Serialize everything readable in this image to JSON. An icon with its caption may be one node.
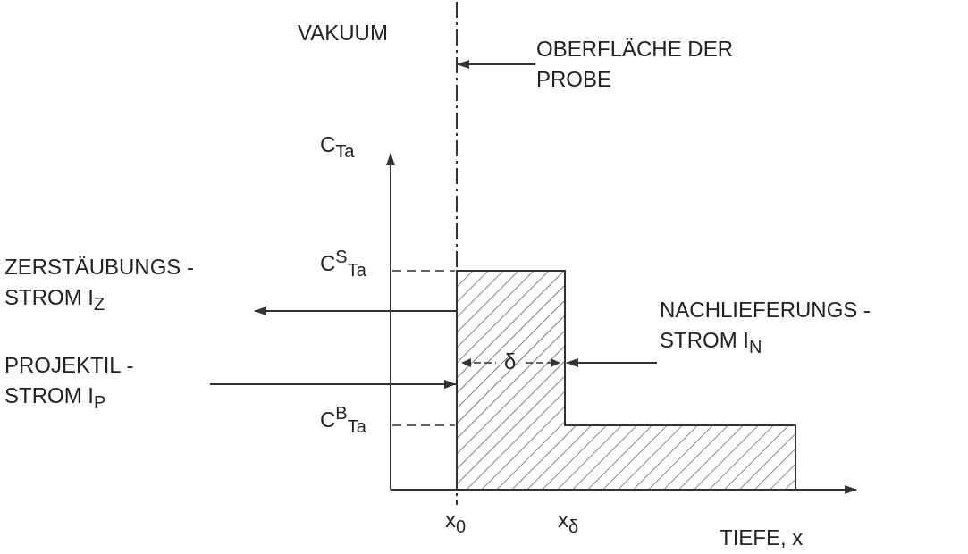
{
  "diagram": {
    "nodes": [
      {
        "text": [
          "OBERFLÄCHE DER PROBE"
        ]
      },
      {
        "text": [],
        "shape": "line"
      },
      {
        "text": [],
        "shape": "box"
      }
    ],
    "edges": [
      {
        "from": 0,
        "to": 1,
        "arrow": "to"
      },
      {
        "from": 1,
        "to": null,
        "arrow": "to",
        "label": "ZERSTÄUBUNGS - STROM I$_{Z}$"
      },
      {
        "from": null,
        "to": 1,
        "arrow": "to",
        "label": "PROJEKTIL - STROM I$_{P}$"
      },
      {
        "from": null,
        "to": 2,
        "arrow": "to",
        "label": "NACHLIEFERUNGS - STROM I$_{N}$"
      }
    ],
    "labels": [
      "VAKUUM",
      "C$_{Ta}$",
      "C$^{S}$$_{Ta}$",
      "δ",
      "C$^{B}$$_{Ta}$",
      "x$_{0}$",
      "x$_{δ}$",
      "TIEFE, x"
    ]
  }
}
